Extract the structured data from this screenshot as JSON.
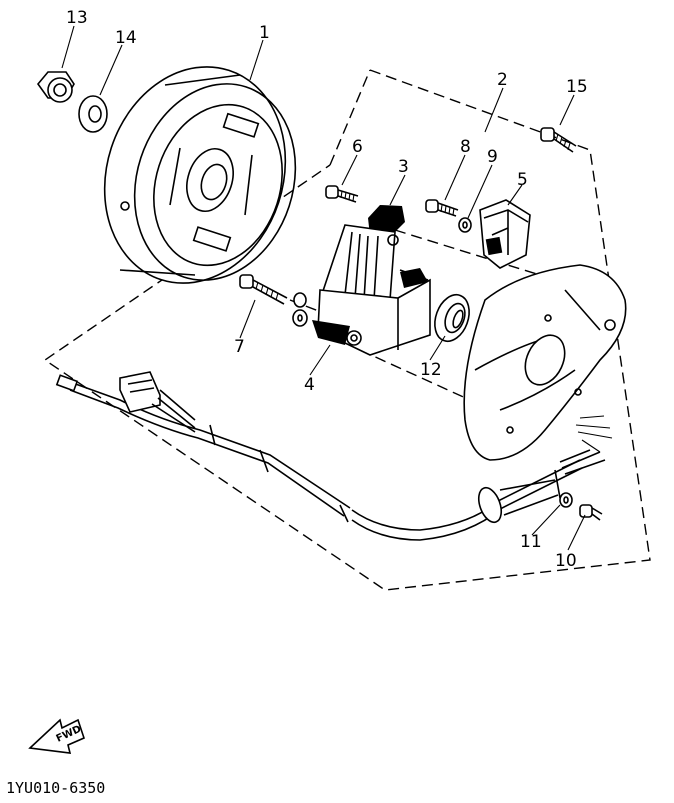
{
  "callouts": [
    "1",
    "2",
    "3",
    "4",
    "5",
    "6",
    "7",
    "8",
    "9",
    "10",
    "11",
    "12",
    "13",
    "14",
    "15"
  ],
  "fwd_label": "FWD",
  "drawing_code": "1YU010-6350",
  "colors": {
    "ink": "#000000",
    "paper": "#ffffff"
  }
}
